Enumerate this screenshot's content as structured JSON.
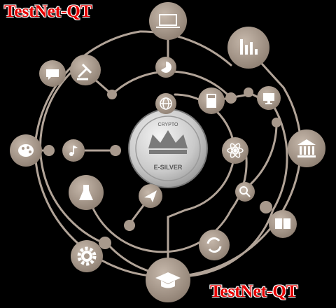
{
  "brand": {
    "top_text": "TestNet-QT",
    "bottom_text": "TestNet-QT"
  },
  "coin": {
    "top_text": "CRYPTO",
    "bottom_text": "E-SILVER"
  },
  "colors": {
    "background": "#000000",
    "node": "#a8998c",
    "line": "#b2a498",
    "brand": "#e60000",
    "coin": "#d5d5d5"
  },
  "icons": [
    "laptop-icon",
    "pie-chart-icon",
    "bar-chart-icon",
    "chat-icon",
    "gavel-icon",
    "calculator-icon",
    "monitor-icon",
    "globe-icon",
    "palette-icon",
    "music-icon",
    "atom-icon",
    "bank-icon",
    "magnifier-icon",
    "flask-icon",
    "paper-plane-icon",
    "book-icon",
    "refresh-icon",
    "gear-icon",
    "graduation-cap-icon"
  ]
}
